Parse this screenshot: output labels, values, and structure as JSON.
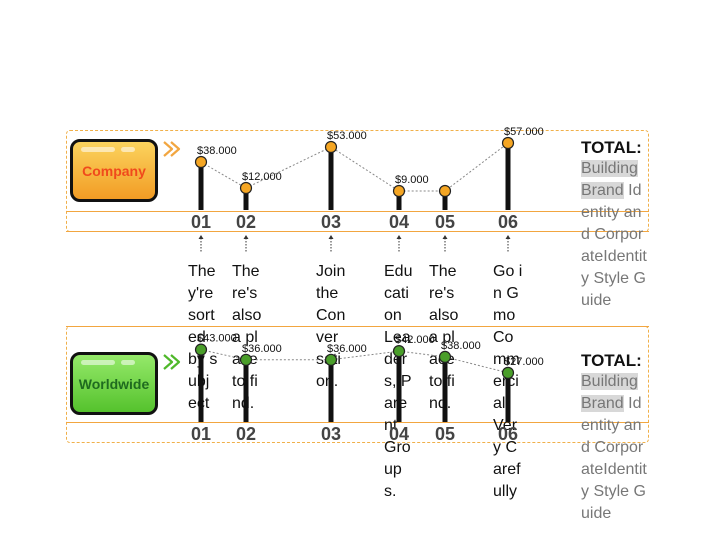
{
  "theme": {
    "accent": "#f2a640",
    "rows": [
      "#f29c25",
      "#55c22d"
    ],
    "point_colors": [
      "#f5a623",
      "#4a9e2a"
    ]
  },
  "icons": {
    "row_arrow": "double-chevron-right-icon",
    "step_arrow": "dotted-down-arrow-icon"
  },
  "rows": [
    {
      "label": "Company",
      "total_label": "TOTAL:",
      "total_highlight": "Building Brand",
      "total_rest": "Identity and CorporateIdentity Style Guide"
    },
    {
      "label": "Worldwide",
      "total_label": "TOTAL:",
      "total_highlight": "Building Brand",
      "total_rest": "Identity and CorporateIdentity Style Guide"
    }
  ],
  "steps": [
    "01",
    "02",
    "03",
    "04",
    "05",
    "06"
  ],
  "descriptions": [
    "They're sorted by subject",
    "There's also a place to find.",
    "Join the Conversation.",
    "Education Leaders, Parent Groups.",
    "There's also a place to find.",
    "Go in Gmo Commercial, Very Carefully"
  ],
  "chart_data": [
    {
      "type": "line",
      "name": "Company",
      "categories": [
        "01",
        "02",
        "03",
        "04",
        "05",
        "06"
      ],
      "values": [
        38000,
        12000,
        53000,
        9000,
        9000,
        57000
      ],
      "value_labels": [
        "$38.000",
        "$12.000",
        "$53.000",
        "$9.000",
        "",
        "$57.000"
      ]
    },
    {
      "type": "line",
      "name": "Worldwide",
      "categories": [
        "01",
        "02",
        "03",
        "04",
        "05",
        "06"
      ],
      "values": [
        43000,
        36000,
        36000,
        42000,
        38000,
        27000
      ],
      "value_labels": [
        "$43.000",
        "$36.000",
        "$36.000",
        "$42.000",
        "$38.000",
        "$27.000"
      ]
    }
  ]
}
